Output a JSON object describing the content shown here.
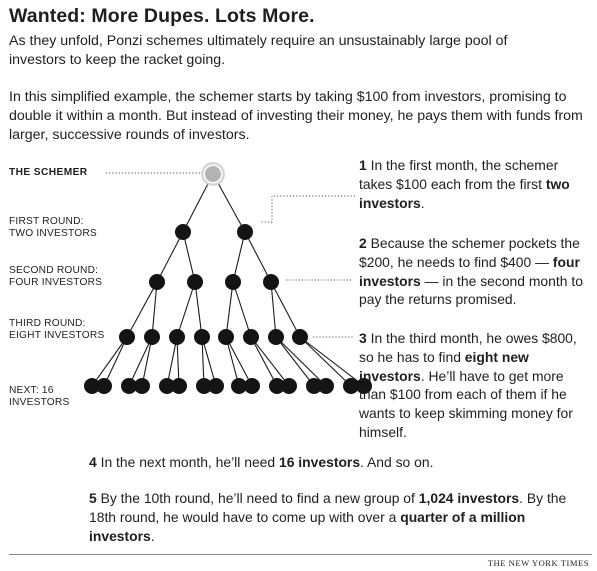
{
  "title": "Wanted: More Dupes. Lots More.",
  "intro": [
    "As they unfold, Ponzi schemes ultimately require an unsustainably large pool of investors to keep the racket going.",
    "In this simplified example, the schemer starts by taking $100 from investors, promising to double it within a month. But instead of investing their money, he pays them with funds from larger, successive rounds of investors."
  ],
  "levels": {
    "schemer": "THE SCHEMER",
    "round1": [
      "FIRST ROUND:",
      "TWO INVESTORS"
    ],
    "round2": [
      "SECOND ROUND:",
      "FOUR INVESTORS"
    ],
    "round3": [
      "THIRD ROUND:",
      "EIGHT INVESTORS"
    ],
    "round4": [
      "NEXT: 16",
      "INVESTORS"
    ]
  },
  "steps": [
    {
      "num": "1",
      "pre": " In the first month, the schemer takes $100 each from the first ",
      "bold": "two investors",
      "post": "."
    },
    {
      "num": "2",
      "pre": " Because the schemer pockets the $200, he needs to find $400 — ",
      "bold": "four investors",
      "post": " — in the second month to pay the returns promised."
    },
    {
      "num": "3",
      "pre": " In the third month, he owes $800, so he has to find ",
      "bold": "eight new investors",
      "post": ". He’ll have to get more than $100 from each of them if he wants to keep skimming money for himself."
    },
    {
      "num": "4",
      "pre": " In the next month, he’ll need ",
      "bold": "16 investors",
      "post": ". And so on."
    },
    {
      "num": "5",
      "pre": " By the 10th round, he’ll need to find a new group of ",
      "bold": "1,024 investors",
      "post": ". By the 18th round, he would have to come up with over a ",
      "bold2": "quarter of a million investors",
      "post2": "."
    }
  ],
  "credit": "THE NEW YORK TIMES",
  "colors": {
    "node": "#141414",
    "schemer_node": "#b3b3b3",
    "line": "#1c1c1c",
    "dotted": "#555555"
  }
}
